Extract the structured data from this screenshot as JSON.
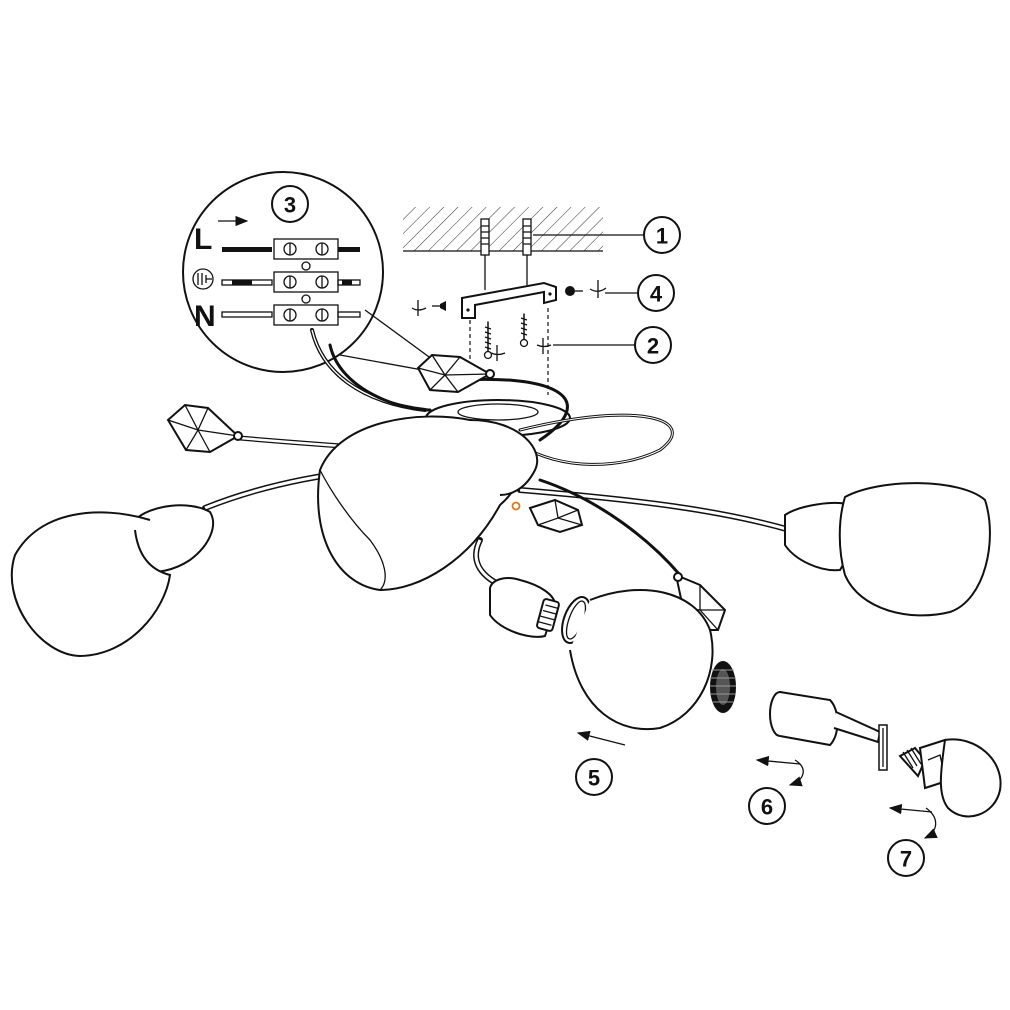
{
  "wiring": {
    "live": "L",
    "neutral": "N"
  },
  "callouts": [
    {
      "number": "1"
    },
    {
      "number": "2"
    },
    {
      "number": "3"
    },
    {
      "number": "4"
    },
    {
      "number": "5"
    },
    {
      "number": "6"
    },
    {
      "number": "7"
    }
  ],
  "colors": {
    "line": "#111111",
    "background": "#ffffff",
    "accent": "#e07a10"
  }
}
